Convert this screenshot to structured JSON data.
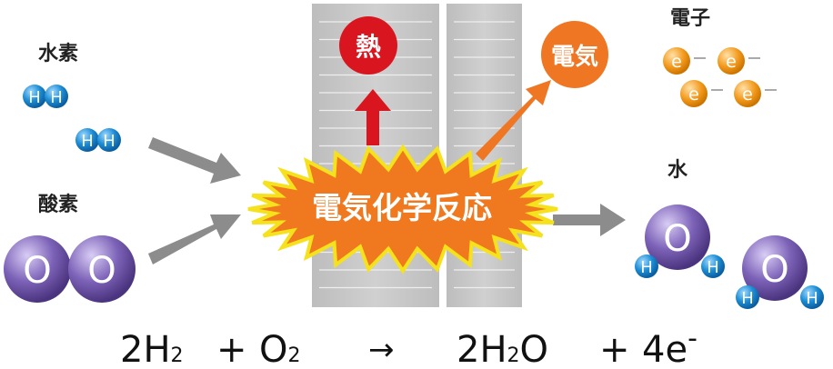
{
  "labels": {
    "hydrogen": "水素",
    "oxygen": "酸素",
    "electron": "電子",
    "water": "水",
    "heat": "熱",
    "electricity": "電気",
    "reaction": "電気化学反応"
  },
  "atoms": {
    "h": "H",
    "o": "O",
    "e": "e"
  },
  "equation": {
    "left_h": "2H",
    "left_h_sub": "2",
    "plus1": "+",
    "left_o": "O",
    "left_o_sub": "2",
    "arrow": "→",
    "right_h": "2H",
    "right_h_sub": "2",
    "right_o": "O",
    "plus2": "+",
    "right_e": "4e",
    "right_e_sup": "-"
  },
  "colors": {
    "hydrogen": "#1e8ed6",
    "oxygen": "#7d63b8",
    "electron": "#f39a1d",
    "heat": "#d9161f",
    "electricity": "#ef7622",
    "burst": "#f0781e",
    "burst_edge": "#f5e21c",
    "plate": "#c8c8c8",
    "arrow": "#8c8c8c"
  }
}
